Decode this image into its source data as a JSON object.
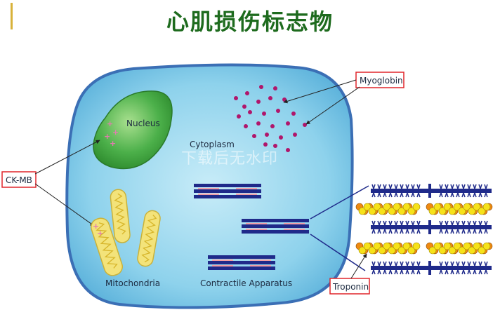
{
  "title": "心肌损伤标志物",
  "watermark": "下载后无水印",
  "labels": {
    "nucleus": "Nucleus",
    "cytoplasm": "Cytoplasm",
    "mitochondria": "Mitochondria",
    "contractile": "Contractile Apparatus",
    "myoglobin": "Myoglobin",
    "ckmb": "CK-MB",
    "troponin": "Troponin"
  },
  "colors": {
    "title": "#1e6b1e",
    "cell_fill": "#7fc8e6",
    "cell_stroke": "#3b6fb5",
    "nucleus_fill": "#3aa13a",
    "mito_fill": "#f3e37a",
    "myoglobin_dot": "#b0166b",
    "box_stroke": "#e0262b",
    "filament_dark": "#1f2a8a",
    "filament_light": "#f0a0a8",
    "troponin_orange": "#f08a10",
    "troponin_yellow": "#f6e21a"
  }
}
